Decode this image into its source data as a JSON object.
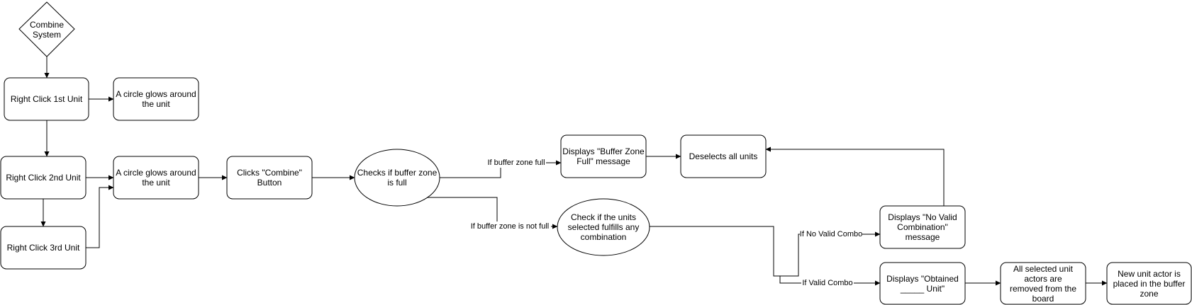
{
  "nodes": {
    "start": "Combine System",
    "rc1": "Right Click 1st Unit",
    "glow1": "A circle glows around the unit",
    "rc2": "Right Click 2nd Unit",
    "glow2": "A circle glows around the unit",
    "rc3": "Right Click 3rd Unit",
    "clicks_combine": "Clicks \"Combine\" Button",
    "check_buffer": "Checks if buffer zone is full",
    "buffer_full_msg": "Displays \"Buffer Zone Full\" message",
    "deselect": "Deselects all units",
    "check_combo": "Check if the units selected fulfills any combination",
    "no_valid_msg": "Displays \"No Valid Combination\" message",
    "obtained_msg": "Displays \"Obtained _____ Unit\"",
    "removed": "All selected unit actors are removed from the board",
    "new_unit": "New unit actor is placed in the buffer zone"
  },
  "edge_labels": {
    "buffer_full": "If buffer zone full",
    "buffer_not_full": "If buffer zone is not full",
    "no_valid": "If No Valid Combo",
    "valid": "If Valid Combo"
  },
  "colors": {
    "stroke": "#000000",
    "fill": "#ffffff",
    "text": "#000000"
  }
}
